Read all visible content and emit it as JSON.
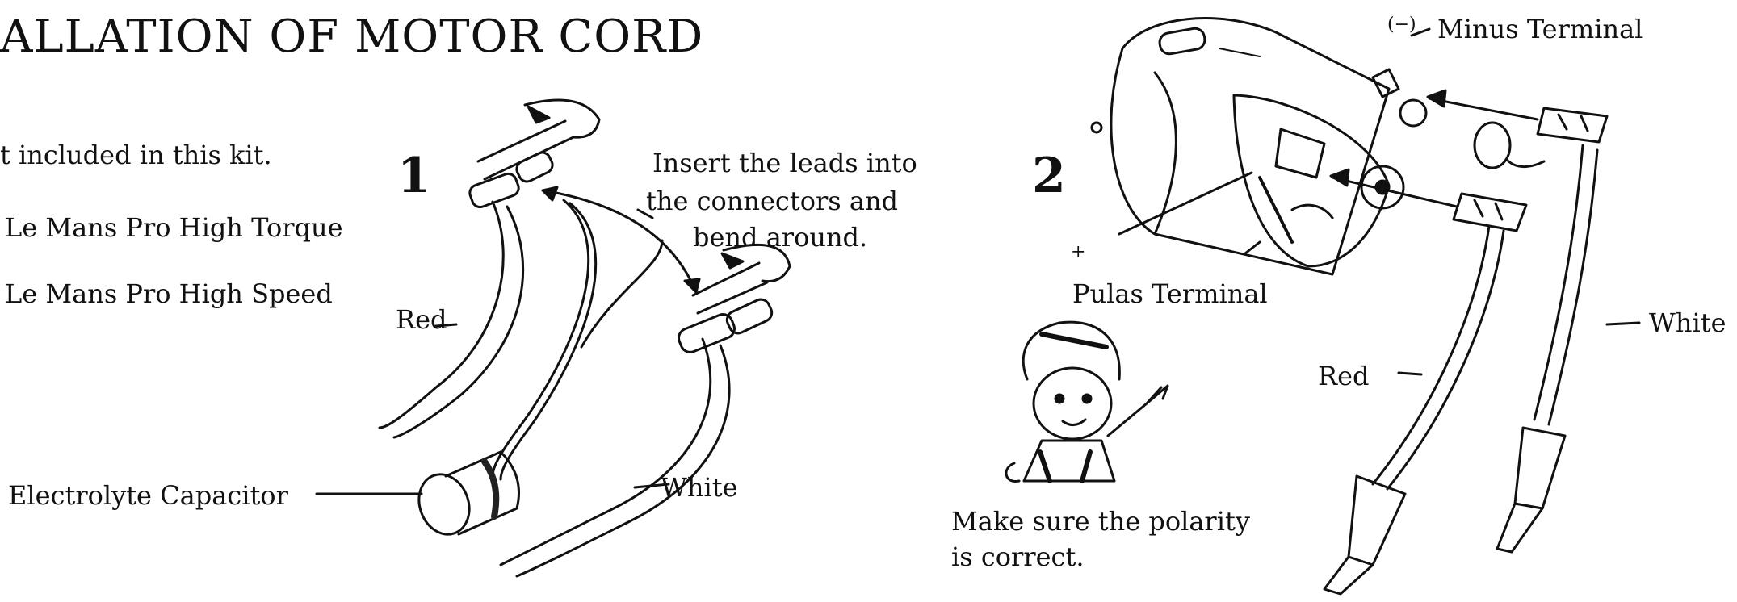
{
  "page": {
    "title": "ALLATION OF MOTOR CORD",
    "notes": {
      "not_included": "t included in this kit.",
      "motor_high_torque": "Le Mans Pro High Torque",
      "motor_high_speed": "Le Mans Pro High Speed"
    }
  },
  "step1": {
    "number": "1",
    "instruction_line1": "Insert the leads into",
    "instruction_line2": "the connectors and",
    "instruction_line3": "bend around.",
    "label_red": "Red",
    "label_white": "White",
    "label_capacitor": "Electrolyte Capacitor"
  },
  "step2": {
    "number": "2",
    "minus_symbol": "(−)",
    "minus_label": "Minus Terminal",
    "plus_symbol": "+",
    "plus_label": "Pulas Terminal",
    "label_red": "Red",
    "label_white": "White",
    "polarity_line1": "Make sure the polarity",
    "polarity_line2": "is correct."
  },
  "colors": {
    "ink": "#111111",
    "paper": "#ffffff"
  }
}
